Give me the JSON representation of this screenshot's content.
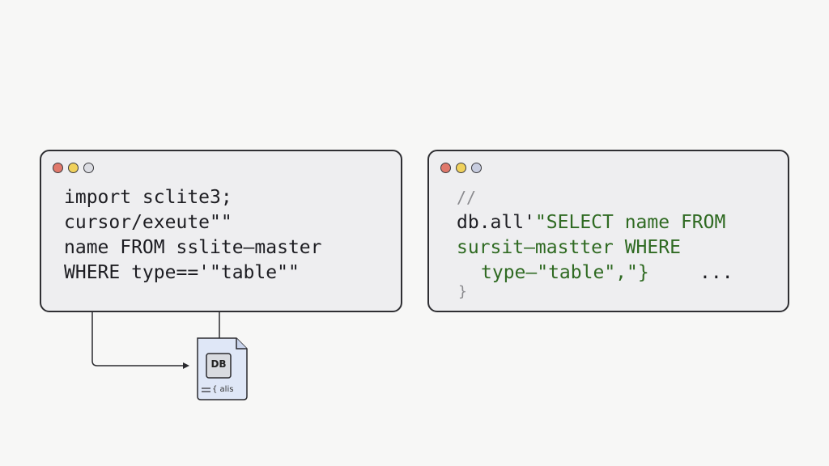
{
  "left_window": {
    "dots": [
      "#e0786b",
      "#f0d15c",
      "#dcdde3"
    ],
    "lines": [
      "import sclite3;",
      "cursor/exeute\"\"",
      "name FROM sslite–master",
      "WHERE type=='\"table\"\""
    ]
  },
  "right_window": {
    "dots": [
      "#e0786b",
      "#f0d15c",
      "#c8cde0"
    ],
    "comment": "//",
    "line1_prefix": "db.all'",
    "line1_string": "\"SELECT name FROM",
    "line2": "sursit–mastter WHERE",
    "line3": "type—\"table\",\"}",
    "ellipsis": "...",
    "closing": "}"
  },
  "db_file": {
    "label": "DB",
    "caption": "{ alis",
    "fill": "#dfe7f7"
  }
}
